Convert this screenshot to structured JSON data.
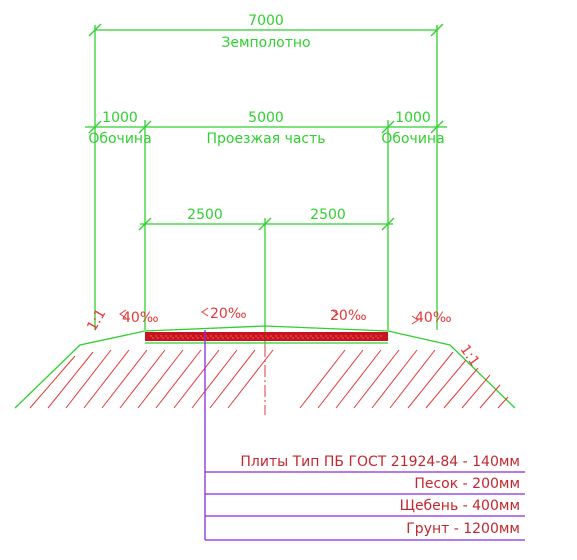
{
  "dims": {
    "subgrade_width": "7000",
    "subgrade_label": "Земполотно",
    "shoulder_left_width": "1000",
    "shoulder_left_label": "Обочина",
    "carriageway_width": "5000",
    "carriageway_label": "Проезжая часть",
    "shoulder_right_width": "1000",
    "shoulder_right_label": "Обочина",
    "half_left_width": "2500",
    "half_right_width": "2500"
  },
  "slopes": {
    "left_embankment": "1:1",
    "left_shoulder": "40‰",
    "left_carriageway": "20‰",
    "right_carriageway": "20‰",
    "right_shoulder": "40‰",
    "right_embankment": "1:1"
  },
  "layers": [
    "Плиты Тип ПБ ГОСТ 21924-84  - 140мм",
    "Песок - 200мм",
    "Щебень - 400мм",
    "Грунт - 1200мм"
  ],
  "colors": {
    "dimension": "#2fd12f",
    "slope_text": "#e23a3a",
    "leader": "#8a2be2",
    "layer_text": "#c4262e"
  }
}
